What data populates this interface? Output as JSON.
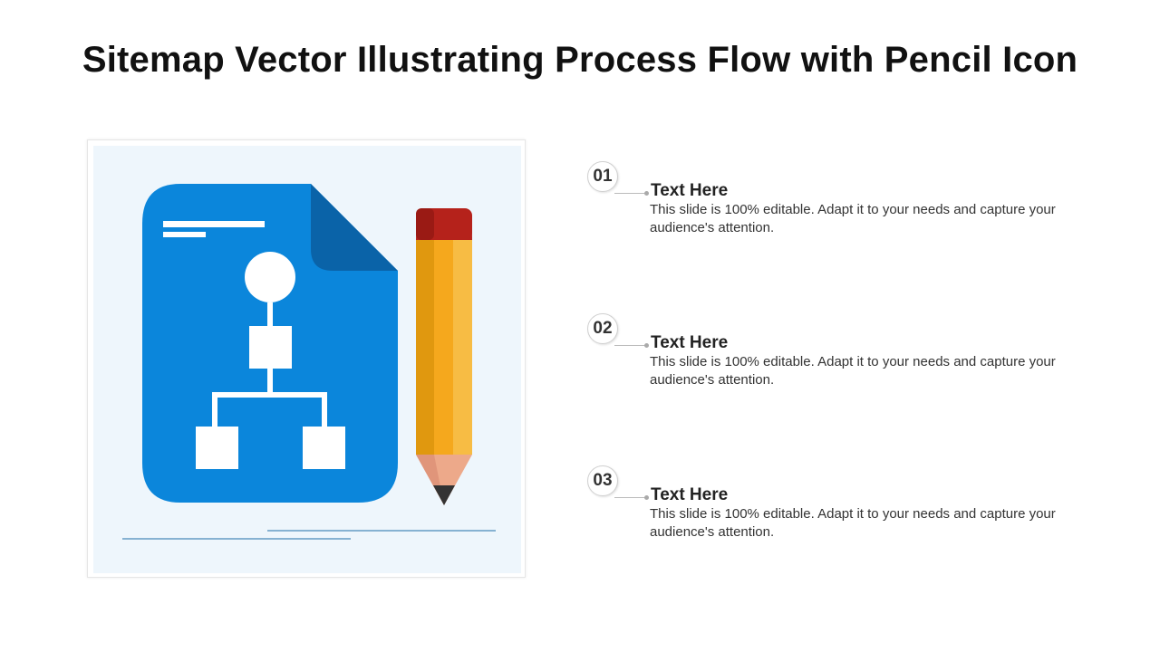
{
  "title": "Sitemap Vector Illustrating Process Flow with Pencil Icon",
  "colors": {
    "document": "#0b86db",
    "document_fold": "#0a63a8",
    "panel_bg": "#eef6fc",
    "pencil_eraser": "#b5221b",
    "pencil_body": "#f5a81d",
    "pencil_tip": "#eda98a",
    "pencil_lead": "#333333"
  },
  "icons": [
    "sitemap-document-icon",
    "pencil-icon"
  ],
  "items": [
    {
      "number": "01",
      "heading": "Text Here",
      "text": "This slide is 100% editable. Adapt it to your needs and capture your audience's attention."
    },
    {
      "number": "02",
      "heading": "Text Here",
      "text": "This slide is 100% editable. Adapt it to your needs and capture your audience's attention."
    },
    {
      "number": "03",
      "heading": "Text Here",
      "text": "This slide is 100% editable. Adapt it to your needs and capture your audience's attention."
    }
  ]
}
